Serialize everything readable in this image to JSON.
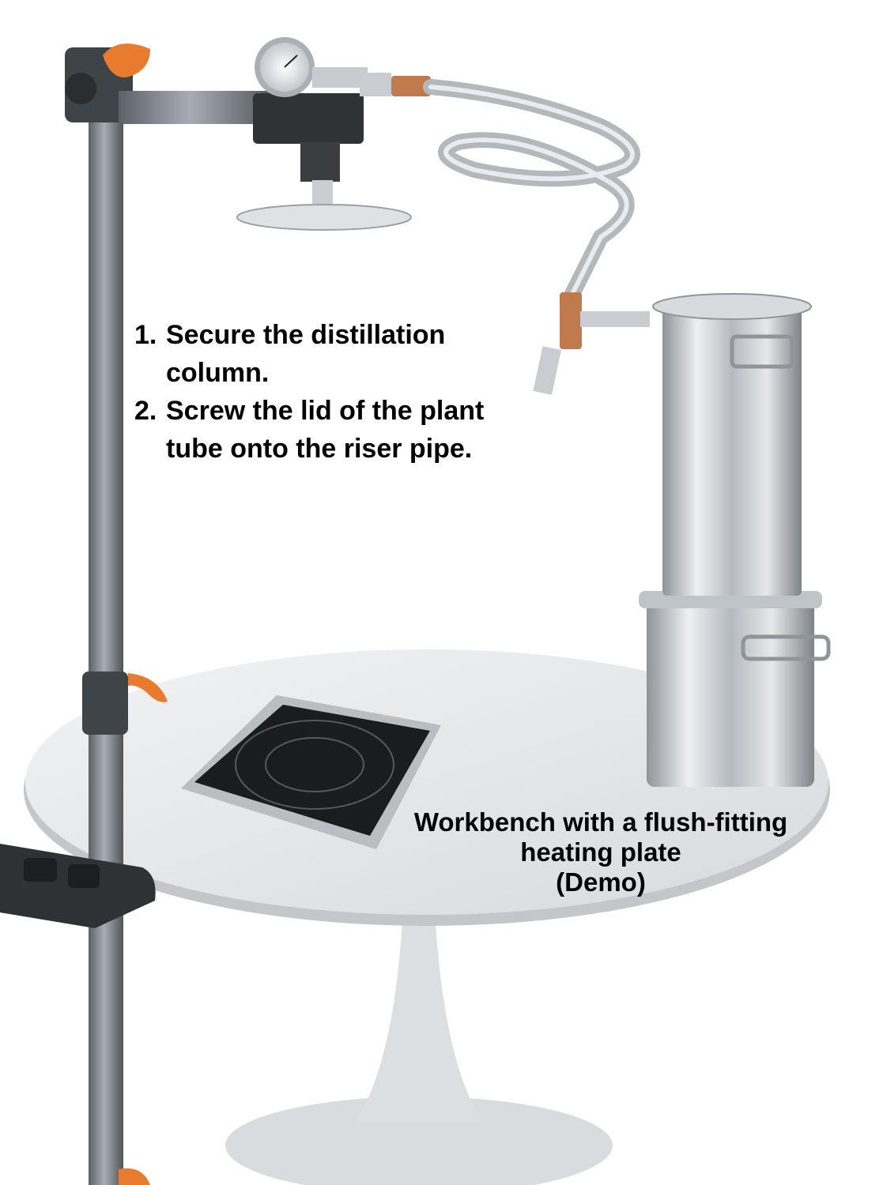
{
  "instructions": {
    "steps": [
      {
        "number": "1.",
        "text": "Secure the distillation column."
      },
      {
        "number": "2.",
        "text": "Screw the lid of the plant tube onto the riser pipe."
      }
    ]
  },
  "caption": {
    "line1": "Workbench with a flush-fitting",
    "line2": "heating plate",
    "line3": "(Demo)"
  },
  "colors": {
    "background": "#ffffff",
    "text": "#000000",
    "clamp_accent": "#e87b2e",
    "pole": "#8c9297",
    "steel": "#c9cdd1",
    "copper": "#c07a4e",
    "hob_glass": "#1a1c20",
    "table_top": "#e7e9eb"
  },
  "icons": [
    "pressure-gauge-icon",
    "coil-condenser-icon",
    "induction-hob-icon",
    "stainless-pot-icon"
  ]
}
